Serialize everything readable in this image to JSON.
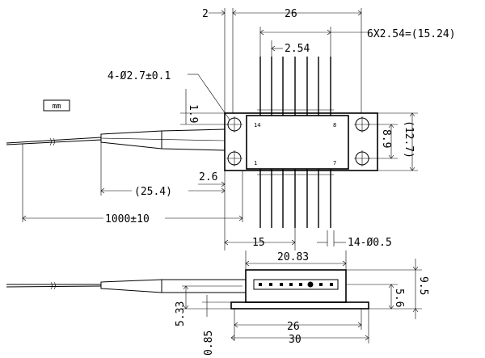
{
  "unit_label": "mm",
  "top_view": {
    "pin_numbers": {
      "top_left": "14",
      "top_right": "8",
      "bottom_left": "1",
      "bottom_right": "7"
    },
    "dimensions": {
      "offset_2": "2",
      "width_26": "26",
      "pitch_total": "6X2.54=(15.24)",
      "pitch": "2.54",
      "mount_holes": "4-Ø2.7±0.1",
      "hole_offset": "1.9",
      "height_89": "8.9",
      "height_127": "(12.7)",
      "offset_26": "2.6",
      "boot_length": "(25.4)",
      "fiber_length": "1000±10",
      "to_pin_15": "15",
      "pin_dia": "14-Ø0.5"
    }
  },
  "side_view": {
    "dimensions": {
      "length_2083": "20.83",
      "height_95": "9.5",
      "height_56": "5.6",
      "fiber_height_533": "5.33",
      "base_085": "0.85",
      "base_26": "26",
      "base_30": "30"
    }
  }
}
